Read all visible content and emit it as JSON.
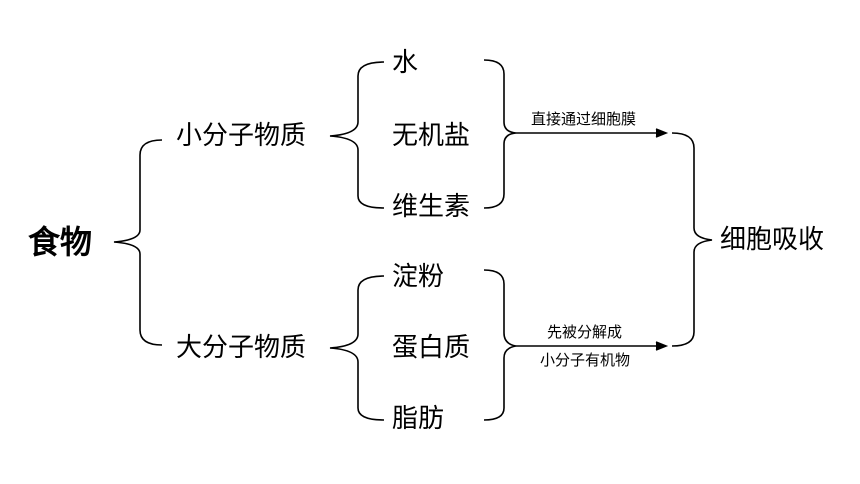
{
  "root": "食物",
  "groups": [
    {
      "label": "小分子物质",
      "items": [
        "水",
        "无机盐",
        "维生素"
      ],
      "arrow_label_top": "直接通过细胞膜",
      "arrow_label_bottom": ""
    },
    {
      "label": "大分子物质",
      "items": [
        "淀粉",
        "蛋白质",
        "脂肪"
      ],
      "arrow_label_top": "先被分解成",
      "arrow_label_bottom": "小分子有机物"
    }
  ],
  "result": "细胞吸收"
}
